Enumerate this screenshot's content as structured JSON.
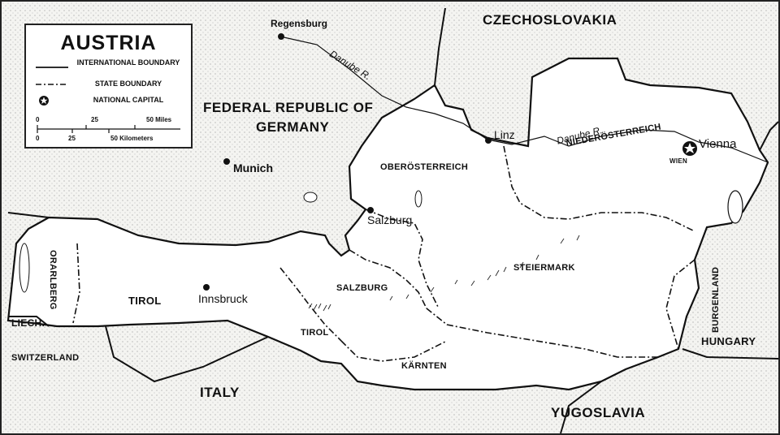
{
  "legend": {
    "title": "AUSTRIA",
    "items": [
      {
        "symbol": "solid-line",
        "label": "INTERNATIONAL BOUNDARY"
      },
      {
        "symbol": "dash-dot-line",
        "label": "STATE BOUNDARY"
      },
      {
        "symbol": "capital-star-icon",
        "label": "NATIONAL CAPITAL"
      }
    ],
    "scale": {
      "miles_ticks": [
        "0",
        "25",
        "50 Miles"
      ],
      "km_ticks": [
        "0",
        "25",
        "50 Kilometers"
      ]
    }
  },
  "countries": {
    "czechoslovakia": "CZECHOSLOVAKIA",
    "germany_line1": "FEDERAL REPUBLIC OF",
    "germany_line2": "GERMANY",
    "hungary": "HUNGARY",
    "yugoslavia": "YUGOSLAVIA",
    "italy": "ITALY",
    "switzerland": "SWITZERLAND",
    "liech": "LIECH."
  },
  "states": {
    "oberosterreich": "OBERÖSTERREICH",
    "niederosterreich": "NIEDERÖSTERREICH",
    "wien": "WIEN",
    "steiermark": "STEIERMARK",
    "salzburg": "SALZBURG",
    "tirol_north": "TIROL",
    "tirol_east": "TIROL",
    "karnten": "KÄRNTEN",
    "burgenland": "BURGENLAND",
    "vorarlberg": "ORARLBERG"
  },
  "cities": {
    "regensburg": "Regensburg",
    "munich": "Munich",
    "linz": "Linz",
    "vienna": "Vienna",
    "salzburg": "Salzburg",
    "innsbruck": "Innsbruck"
  },
  "rivers": {
    "danube_west": "Danube  R.",
    "danube_east": "Danube  R."
  },
  "colors": {
    "ink": "#111111",
    "paper": "#f4f4f1",
    "austria_fill": "#ffffff"
  }
}
